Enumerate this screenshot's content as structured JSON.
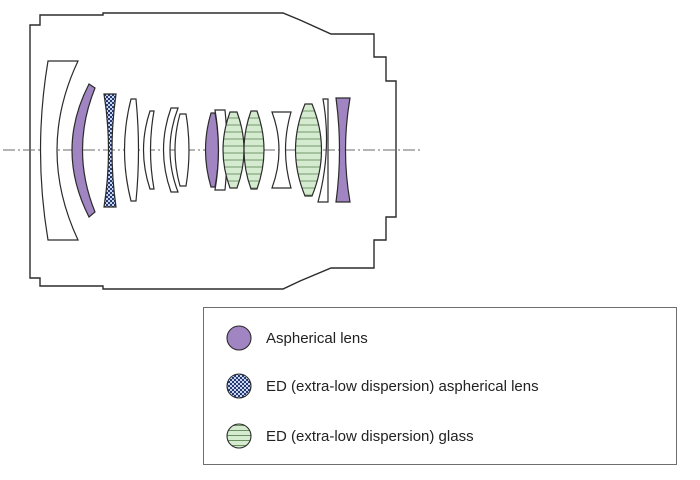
{
  "colors": {
    "aspherical_fill": "#a085c2",
    "ed_glass_fill": "#d4ebd0",
    "ed_stripe": "#6a8f60",
    "ed_aspherical_fill": "#243a70",
    "ed_aspherical_dots": "#c9d6ee",
    "outline": "#2b2b2b",
    "lens_plain": "#ffffff",
    "axis": "#6a6a6a"
  },
  "legend": {
    "items": [
      {
        "swatch": "aspherical-lens-swatch",
        "label": "Aspherical lens"
      },
      {
        "swatch": "ed-aspherical-lens-swatch",
        "label": "ED (extra-low dispersion) aspherical lens"
      },
      {
        "swatch": "ed-glass-swatch",
        "label": "ED (extra-low dispersion) glass"
      }
    ]
  }
}
